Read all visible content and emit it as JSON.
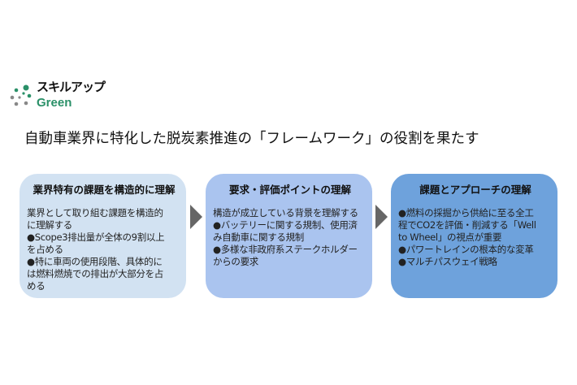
{
  "logo": {
    "line1": "スキルアップ",
    "line2": "Green"
  },
  "title": "自動車業界に特化した脱炭素推進の「フレームワーク」の役割を果たす",
  "boxes": [
    {
      "heading": "業界特有の課題を構造的に理解",
      "body": "業界として取り組む課題を構造的\nに理解する\n●Scope3排出量が全体の9割以上\nを占める\n●特に車両の使用段階、具体的に\nは燃料燃焼での排出が大部分を占\nめる"
    },
    {
      "heading": "要求・評価ポイントの理解",
      "body": "構造が成立している背景を理解する\n●バッテリーに関する規制、使用済\nみ自動車に関する規制\n●多様な非政府系ステークホルダー\nからの要求"
    },
    {
      "heading": "課題とアプローチの理解",
      "body": "●燃料の採掘から供給に至る全工\n程でCO2を評価・削減する「Well\nto Wheel」の視点が重要\n●パワートレインの根本的な変革\n●マルチパスウェイ戦略"
    }
  ],
  "colors": {
    "box1": "#d2e2f2",
    "box2": "#aac4ef",
    "box3": "#6ea2dc",
    "arrow": "#666666",
    "brand_green": "#2a9068"
  }
}
